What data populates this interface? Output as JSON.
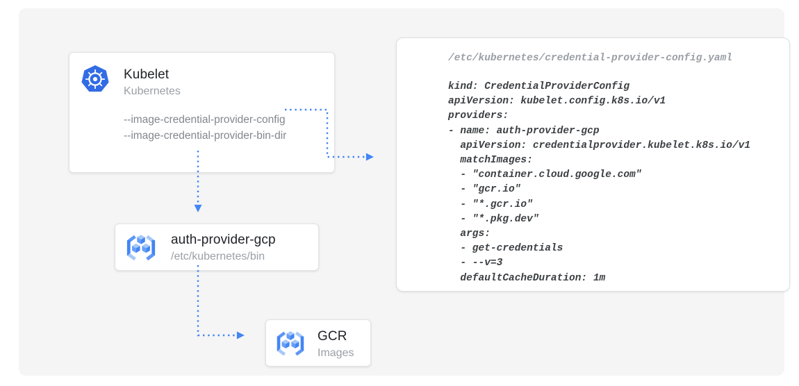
{
  "nodes": {
    "kubelet": {
      "title": "Kubelet",
      "subtitle": "Kubernetes",
      "icon": "kubernetes-icon",
      "flags": [
        "--image-credential-provider-config",
        "--image-credential-provider-bin-dir"
      ]
    },
    "auth_provider": {
      "title": "auth-provider-gcp",
      "subtitle": "/etc/kubernetes/bin",
      "icon": "gcr-icon"
    },
    "gcr": {
      "title": "GCR",
      "subtitle": "Images",
      "icon": "gcr-icon"
    }
  },
  "code_panel": {
    "path": "/etc/kubernetes/credential-provider-config.yaml",
    "lines": [
      "kind: CredentialProviderConfig",
      "apiVersion: kubelet.config.k8s.io/v1",
      "providers:",
      "- name: auth-provider-gcp",
      "  apiVersion: credentialprovider.kubelet.k8s.io/v1",
      "  matchImages:",
      "  - \"container.cloud.google.com\"",
      "  - \"gcr.io\"",
      "  - \"*.gcr.io\"",
      "  - \"*.pkg.dev\"",
      "  args:",
      "  - get-credentials",
      "  - --v=3",
      "  defaultCacheDuration: 1m"
    ]
  },
  "connections": [
    {
      "from": "kubelet.--image-credential-provider-config",
      "to": "code_panel",
      "style": "dotted-blue-arrow"
    },
    {
      "from": "kubelet",
      "to": "auth_provider",
      "style": "dotted-blue-arrow"
    },
    {
      "from": "auth_provider",
      "to": "gcr",
      "style": "dotted-blue-arrow"
    }
  ],
  "colors": {
    "connector_blue": "#4285f4",
    "kubernetes_blue": "#326ce5",
    "canvas_background": "#f5f5f5"
  }
}
